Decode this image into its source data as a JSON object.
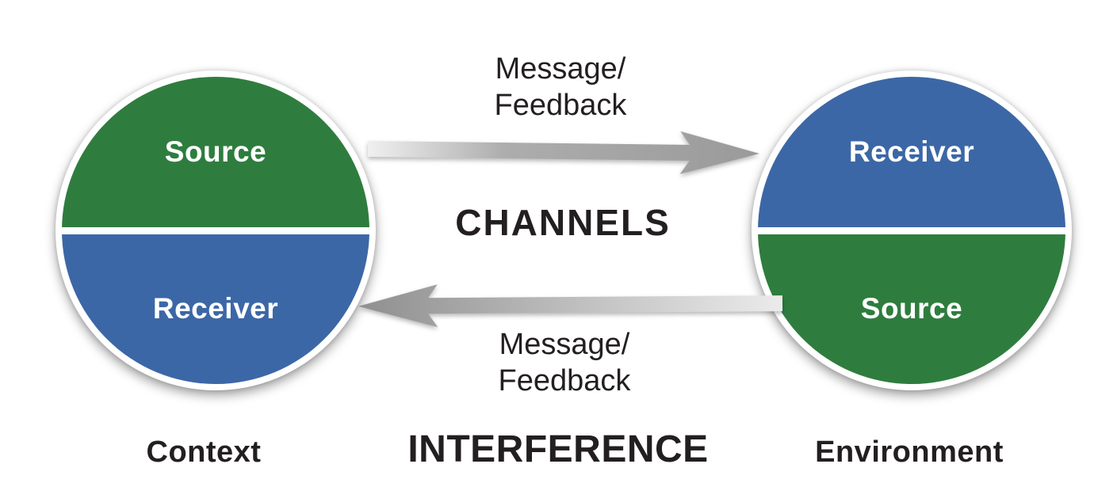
{
  "colors": {
    "green": "#2e7d3e",
    "blue": "#3c67a6",
    "text": "#231f20",
    "arrow_gray": "#9c9c9c"
  },
  "left_circle": {
    "top_half": "Source",
    "bottom_half": "Receiver",
    "caption": "Context"
  },
  "right_circle": {
    "top_half": "Receiver",
    "bottom_half": "Source",
    "caption": "Environment"
  },
  "center": {
    "channels_label": "CHANNELS",
    "interference_label": "INTERFERENCE",
    "top_arrow": {
      "direction": "left-to-right",
      "label_line1": "Message/",
      "label_line2": "Feedback"
    },
    "bottom_arrow": {
      "direction": "right-to-left",
      "label_line1": "Message/",
      "label_line2": "Feedback"
    }
  }
}
